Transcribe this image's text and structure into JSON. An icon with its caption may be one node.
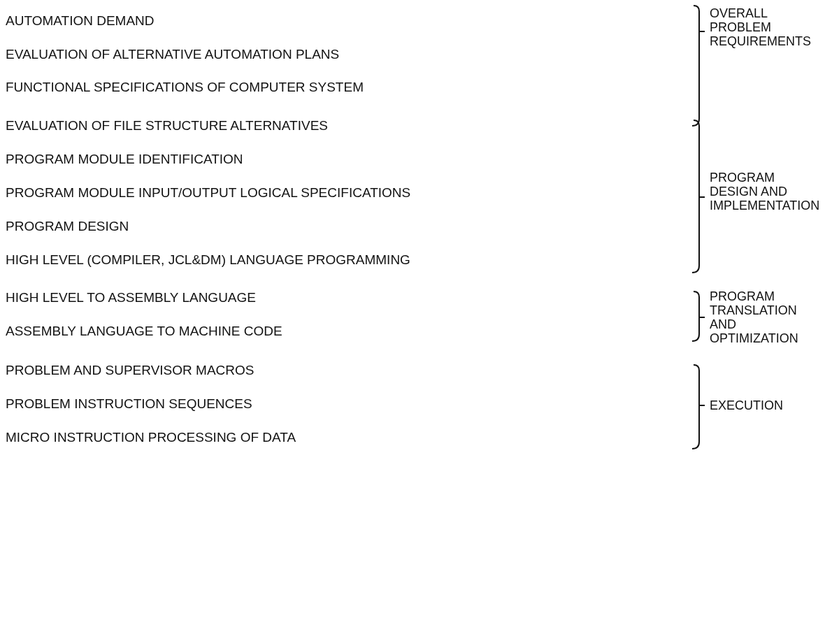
{
  "diagram": {
    "labels": [
      "AUTOMATION DEMAND",
      "EVALUATION OF ALTERNATIVE AUTOMATION PLANS",
      "FUNCTIONAL SPECIFICATIONS OF COMPUTER SYSTEM",
      "OVERALL PROBLEM REQUIREMENTS",
      "EVALUATION OF FILE STRUCTURE ALTERNATIVES",
      "PROGRAM MODULE IDENTIFICATION",
      "PROGRAM MODULE INPUT/OUTPUT LOGICAL SPECIFICATIONS",
      "PROGRAM DESIGN",
      "HIGH LEVEL (COMPILER, JCL&DM) LANGUAGE PROGRAMMING",
      "PROGRAM DESIGN AND IMPLEMENTATION",
      "HIGH LEVEL TO ASSEMBLY LANGUAGE",
      "ASSEMBLY LANGUAGE TO MACHINE CODE",
      "PROGRAM TRANSLATION AND OPTIMIZATION",
      "PROBLEM AND SUPERVISOR MACROS",
      "PROBLEM INSTRUCTION SEQUENCES",
      "MICRO INSTRUCTION PROCESSING OF DATA",
      "EXECUTION"
    ]
  }
}
